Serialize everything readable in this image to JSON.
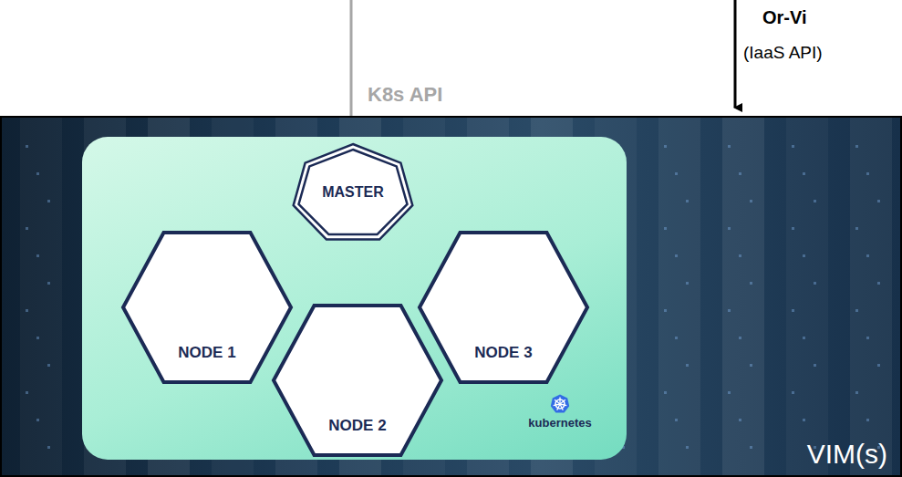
{
  "diagram": {
    "nodes": [
      {
        "text": [
          "VIM(s)"
        ]
      },
      {
        "text": [
          "kubernetes"
        ],
        "in": 0
      },
      {
        "text": [
          "MASTER"
        ],
        "in": 1
      },
      {
        "text": [
          "NODE 1"
        ],
        "in": 1
      },
      {
        "text": [
          "NODE 3"
        ],
        "in": 1
      },
      {
        "text": [
          "NODE 2"
        ],
        "in": 1
      }
    ],
    "labels": [
      "K8s API",
      "Or-Vi",
      "(IaaS API)"
    ]
  }
}
